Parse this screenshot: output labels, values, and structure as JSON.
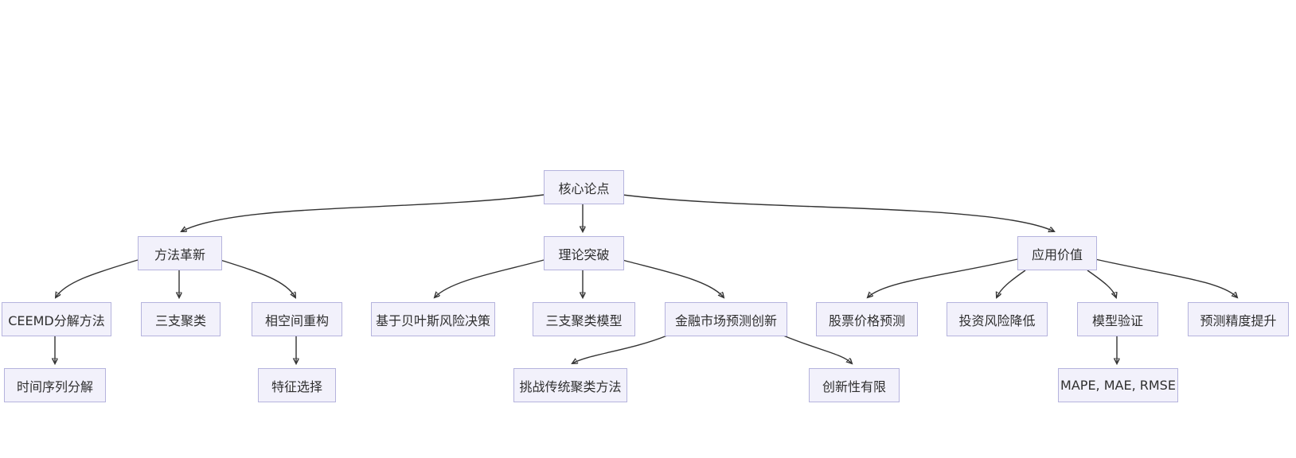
{
  "diagram": {
    "type": "flowchart",
    "direction": "top-down",
    "root_label": "核心论点",
    "nodes": [
      {
        "id": "core-thesis",
        "label": "核心论点",
        "level": 1
      },
      {
        "id": "method-innovation",
        "label": "方法革新",
        "level": 2
      },
      {
        "id": "theory-breakthrough",
        "label": "理论突破",
        "level": 2
      },
      {
        "id": "application-value",
        "label": "应用价值",
        "level": 2
      },
      {
        "id": "ceemd-method",
        "label": "CEEMD分解方法",
        "level": 3
      },
      {
        "id": "three-way-clustering",
        "label": "三支聚类",
        "level": 3
      },
      {
        "id": "phase-space-recon",
        "label": "相空间重构",
        "level": 3
      },
      {
        "id": "bayes-risk-decision",
        "label": "基于贝叶斯风险决策",
        "level": 3
      },
      {
        "id": "three-way-model",
        "label": "三支聚类模型",
        "level": 3
      },
      {
        "id": "market-forecast-innovation",
        "label": "金融市场预测创新",
        "level": 3
      },
      {
        "id": "stock-price-prediction",
        "label": "股票价格预测",
        "level": 3
      },
      {
        "id": "investment-risk-reduction",
        "label": "投资风险降低",
        "level": 3
      },
      {
        "id": "model-validation",
        "label": "模型验证",
        "level": 3
      },
      {
        "id": "forecast-accuracy",
        "label": "预测精度提升",
        "level": 3
      },
      {
        "id": "time-series-decomposition",
        "label": "时间序列分解",
        "level": 4
      },
      {
        "id": "feature-selection",
        "label": "特征选择",
        "level": 4
      },
      {
        "id": "challenge-traditional-clustering",
        "label": "挑战传统聚类方法",
        "level": 4
      },
      {
        "id": "limited-novelty",
        "label": "创新性有限",
        "level": 4
      },
      {
        "id": "error-metrics",
        "label": "MAPE, MAE, RMSE",
        "level": 4
      }
    ],
    "edges": [
      {
        "from": "核心论点",
        "to": "方法革新"
      },
      {
        "from": "核心论点",
        "to": "理论突破"
      },
      {
        "from": "核心论点",
        "to": "应用价值"
      },
      {
        "from": "方法革新",
        "to": "CEEMD分解方法"
      },
      {
        "from": "方法革新",
        "to": "三支聚类"
      },
      {
        "from": "方法革新",
        "to": "相空间重构"
      },
      {
        "from": "理论突破",
        "to": "基于贝叶斯风险决策"
      },
      {
        "from": "理论突破",
        "to": "三支聚类模型"
      },
      {
        "from": "理论突破",
        "to": "金融市场预测创新"
      },
      {
        "from": "应用价值",
        "to": "股票价格预测"
      },
      {
        "from": "应用价值",
        "to": "投资风险降低"
      },
      {
        "from": "应用价值",
        "to": "模型验证"
      },
      {
        "from": "应用价值",
        "to": "预测精度提升"
      },
      {
        "from": "CEEMD分解方法",
        "to": "时间序列分解"
      },
      {
        "from": "相空间重构",
        "to": "特征选择"
      },
      {
        "from": "金融市场预测创新",
        "to": "挑战传统聚类方法"
      },
      {
        "from": "金融市场预测创新",
        "to": "创新性有限"
      },
      {
        "from": "模型验证",
        "to": "MAPE, MAE, RMSE"
      }
    ],
    "colors": {
      "node_fill": "#f2f1fb",
      "node_border": "#b5b3dd",
      "edge_stroke": "#333333",
      "text": "#2f2f2f",
      "background": "#ffffff"
    }
  }
}
